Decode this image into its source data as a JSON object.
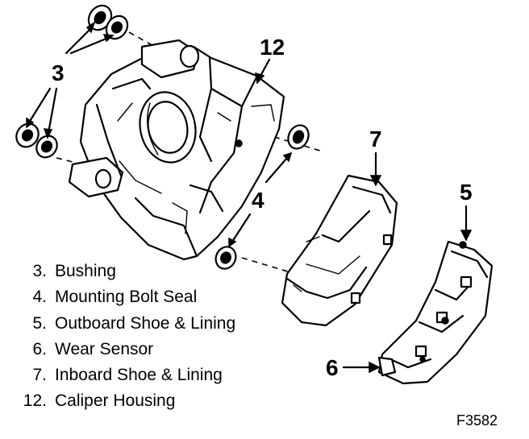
{
  "callouts": {
    "bushing": "3",
    "caliper_housing": "12",
    "inboard_shoe": "7",
    "mounting_bolt_seal": "4",
    "outboard_shoe": "5",
    "wear_sensor": "6"
  },
  "legend": [
    {
      "num": "3.",
      "label": "Bushing"
    },
    {
      "num": "4.",
      "label": "Mounting Bolt Seal"
    },
    {
      "num": "5.",
      "label": "Outboard Shoe & Lining"
    },
    {
      "num": "6.",
      "label": "Wear Sensor"
    },
    {
      "num": "7.",
      "label": "Inboard Shoe & Lining"
    },
    {
      "num": "12.",
      "label": "Caliper Housing"
    }
  ],
  "figure_id": "F3582",
  "colors": {
    "ink": "#000000",
    "paper": "#ffffff"
  }
}
